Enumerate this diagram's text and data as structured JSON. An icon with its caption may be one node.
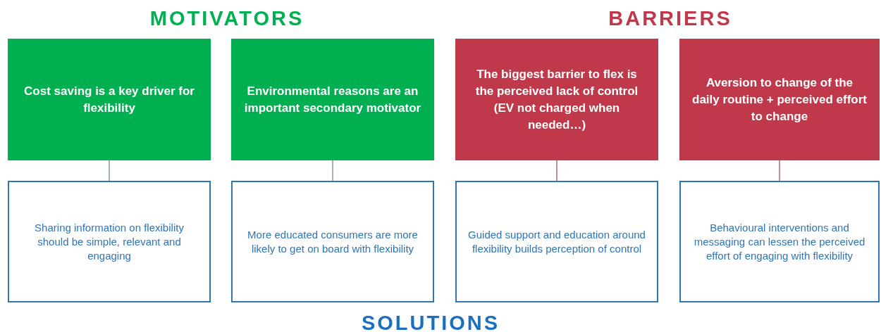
{
  "diagram": {
    "nodes": [
      {
        "text": [
          "Cost saving is a key driver for flexibility"
        ]
      },
      {
        "text": [
          "Environmental reasons are an important secondary motivator"
        ]
      },
      {
        "text": [
          "The biggest barrier to flex is the perceived lack of control (EV not charged when needed…)"
        ]
      },
      {
        "text": [
          "Aversion to change of the daily routine + perceived effort to change"
        ]
      },
      {
        "text": [
          "Sharing information on flexibility should be simple, relevant and engaging"
        ]
      },
      {
        "text": [
          "More educated consumers are more likely to get on board with flexibility"
        ]
      },
      {
        "text": [
          "Guided support and education around flexibility builds perception of control"
        ]
      },
      {
        "text": [
          "Behavioural interventions and messaging can lessen the perceived effort of engaging with flexibility"
        ]
      }
    ],
    "edges": [
      {
        "from": 0,
        "to": 4,
        "arrow": "none"
      },
      {
        "from": 1,
        "to": 5,
        "arrow": "none"
      },
      {
        "from": 2,
        "to": 6,
        "arrow": "none",
        "color": "#a0525a"
      },
      {
        "from": 3,
        "to": 7,
        "arrow": "none",
        "color": "#a0525a"
      }
    ],
    "labels": [
      "MOTIVATORS",
      "BARRIERS",
      "SOLUTIONS"
    ]
  }
}
